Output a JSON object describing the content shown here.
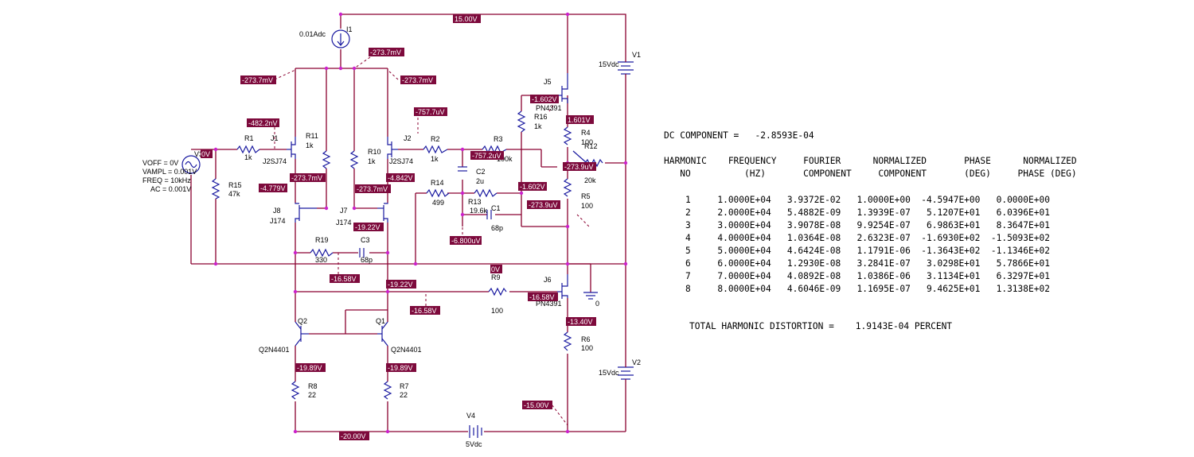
{
  "schematic": {
    "components": [
      {
        "id": "I1",
        "label": "I1",
        "value": "0.01Adc"
      },
      {
        "id": "V1",
        "label": "V1",
        "value": "15Vdc"
      },
      {
        "id": "V2",
        "label": "V2",
        "value": "15Vdc"
      },
      {
        "id": "V3",
        "label": "V3",
        "value": ""
      },
      {
        "id": "V4",
        "label": "V4",
        "value": "5Vdc"
      },
      {
        "id": "R1",
        "label": "R1",
        "value": "1k"
      },
      {
        "id": "R2",
        "label": "R2",
        "value": "1k"
      },
      {
        "id": "R3",
        "label": "R3",
        "value": "100k"
      },
      {
        "id": "R4",
        "label": "R4",
        "value": "100"
      },
      {
        "id": "R5",
        "label": "R5",
        "value": "100"
      },
      {
        "id": "R6",
        "label": "R6",
        "value": "100"
      },
      {
        "id": "R7",
        "label": "R7",
        "value": "22"
      },
      {
        "id": "R8",
        "label": "R8",
        "value": "22"
      },
      {
        "id": "R9",
        "label": "R9",
        "value": "100"
      },
      {
        "id": "R10",
        "label": "R10",
        "value": "1k"
      },
      {
        "id": "R11",
        "label": "R11",
        "value": "1k"
      },
      {
        "id": "R12",
        "label": "R12",
        "value": "20k"
      },
      {
        "id": "R13",
        "label": "R13",
        "value": "19.6k"
      },
      {
        "id": "R14",
        "label": "R14",
        "value": "499"
      },
      {
        "id": "R15",
        "label": "R15",
        "value": "47k"
      },
      {
        "id": "R16",
        "label": "R16",
        "value": "1k"
      },
      {
        "id": "R19",
        "label": "R19",
        "value": "330"
      },
      {
        "id": "C1",
        "label": "C1",
        "value": "68p"
      },
      {
        "id": "C2",
        "label": "C2",
        "value": "2u"
      },
      {
        "id": "C3",
        "label": "C3",
        "value": "68p"
      },
      {
        "id": "J1",
        "label": "J1",
        "value": "J2SJ74"
      },
      {
        "id": "J2",
        "label": "J2",
        "value": "J2SJ74"
      },
      {
        "id": "J5",
        "label": "J5",
        "value": "PN4391"
      },
      {
        "id": "J6",
        "label": "J6",
        "value": "PN4391"
      },
      {
        "id": "J7",
        "label": "J7",
        "value": "J174"
      },
      {
        "id": "J8",
        "label": "J8",
        "value": "J174"
      },
      {
        "id": "Q1",
        "label": "Q1",
        "value": "Q2N4401"
      },
      {
        "id": "Q2",
        "label": "Q2",
        "value": "Q2N4401"
      },
      {
        "id": "GND",
        "label": "0",
        "value": ""
      }
    ],
    "source_params": [
      "VOFF = 0V",
      "VAMPL = 0.001V",
      "FREQ = 10kHz",
      "AC = 0.001V"
    ],
    "voltage_labels": {
      "v15": "15.00V",
      "v273a": "-273.7mV",
      "v273b": "-273.7mV",
      "v273c": "-273.7mV",
      "v482": "-482.2nV",
      "v757u": "-757.7uV",
      "v757r3": "-757.2uV",
      "v1602a": "-1.602V",
      "v1601": "1.601V",
      "v2739a": "-273.9uV",
      "v1602b": "-1.602V",
      "v2739b": "-273.9uV",
      "v4779": "-4.779V",
      "v273d": "-273.7mV",
      "v4842": "-4.842V",
      "v273e": "-273.7mV",
      "v1922a": "-19.22V",
      "v6800": "-6.800uV",
      "v0": "0V",
      "v1658a": "-16.58V",
      "v1922b": "-19.22V",
      "v1658b": "-16.58V",
      "v1658c": "-16.58V",
      "v1340": "-13.40V",
      "v1989a": "-19.89V",
      "v1989b": "-19.89V",
      "v1500": "-15.00V",
      "v2000": "-20.00V",
      "v0src": "0V"
    }
  },
  "fourier": {
    "dc_component": "DC COMPONENT =   -2.8593E-04",
    "header_line1": "HARMONIC    FREQUENCY     FOURIER      NORMALIZED       PHASE      NORMALIZED",
    "header_line2": "   NO          (HZ)       COMPONENT     COMPONENT       (DEG)     PHASE (DEG)",
    "rows": [
      "    1     1.0000E+04   3.9372E-02   1.0000E+00  -4.5947E+00   0.0000E+00",
      "    2     2.0000E+04   5.4882E-09   1.3939E-07   5.1207E+01   6.0396E+01",
      "    3     3.0000E+04   3.9078E-08   9.9254E-07   6.9863E+01   8.3647E+01",
      "    4     4.0000E+04   1.0364E-08   2.6323E-07  -1.6930E+02  -1.5093E+02",
      "    5     5.0000E+04   4.6424E-08   1.1791E-06  -1.3643E+02  -1.1346E+02",
      "    6     6.0000E+04   1.2930E-08   3.2841E-07   3.0298E+01   5.7866E+01",
      "    7     7.0000E+04   4.0892E-08   1.0386E-06   3.1134E+01   6.3297E+01",
      "    8     8.0000E+04   4.6046E-09   1.1695E-07   9.4625E+01   1.3138E+02"
    ],
    "thd": "TOTAL HARMONIC DISTORTION =    1.9143E-04 PERCENT"
  }
}
